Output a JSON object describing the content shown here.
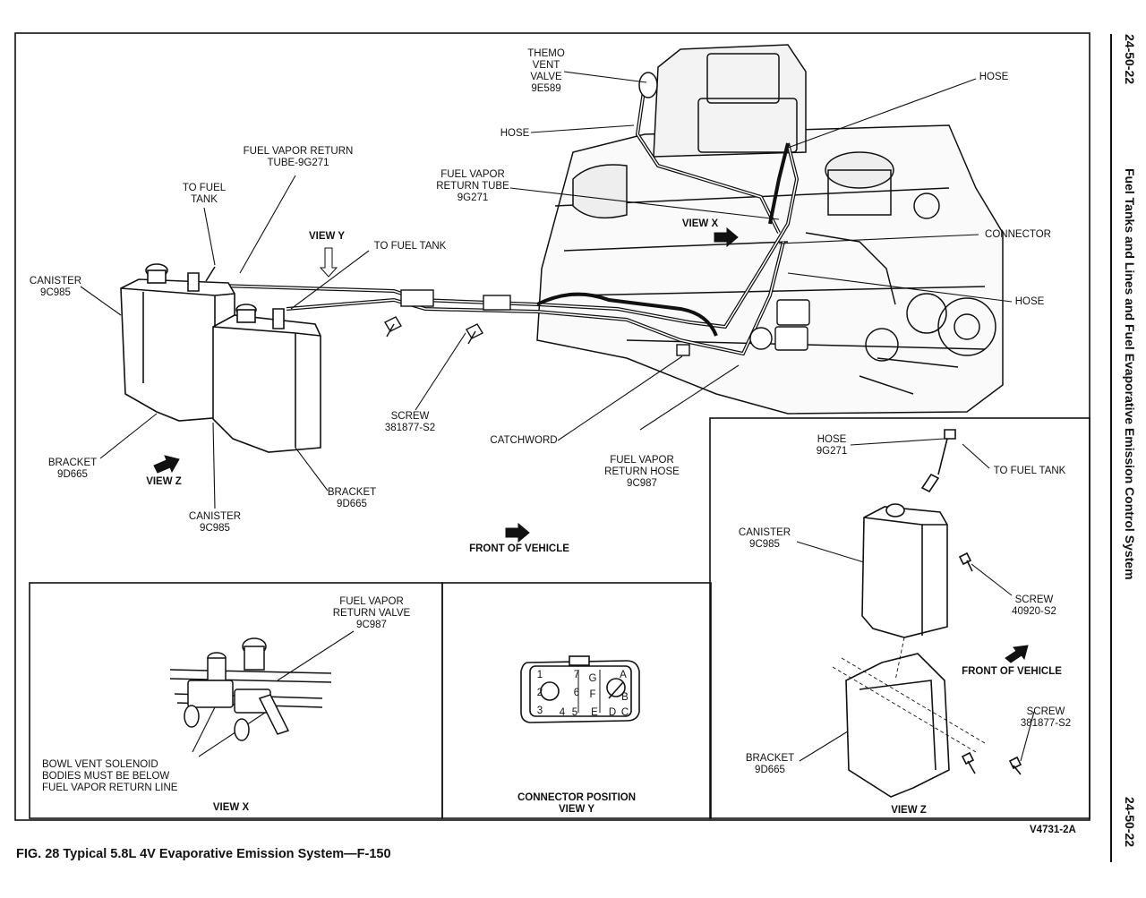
{
  "page_number_top": "24-50-22",
  "page_number_bottom": "24-50-22",
  "side_title": "Fuel Tanks and Lines and Fuel Evaporative Emission Control System",
  "figure_caption": "FIG. 28  Typical 5.8L 4V Evaporative Emission System—F-150",
  "figure_ref": "V4731-2A",
  "main_labels": {
    "themo_vent_valve": "THEMO\nVENT\nVALVE\n9E589",
    "hose_top_left": "HOSE",
    "hose_top_right": "HOSE",
    "fuel_vapor_return_tube_top": "FUEL VAPOR RETURN\nTUBE-9G271",
    "to_fuel_tank_1": "TO FUEL\nTANK",
    "view_y": "VIEW Y",
    "to_fuel_tank_2": "TO FUEL TANK",
    "fuel_vapor_return_tube_mid": "FUEL VAPOR\nRETURN TUBE\n9G271",
    "view_x": "VIEW X",
    "connector": "CONNECTOR",
    "hose_right": "HOSE",
    "canister_left": "CANISTER\n9C985",
    "screw_mid": "SCREW\n381877-S2",
    "catchword": "CATCHWORD",
    "fuel_vapor_return_hose": "FUEL VAPOR\nRETURN HOSE\n9C987",
    "bracket_left": "BRACKET\n9D665",
    "view_z": "VIEW Z",
    "bracket_mid": "BRACKET\n9D665",
    "canister_bottom": "CANISTER\n9C985",
    "front_of_vehicle": "FRONT OF VEHICLE"
  },
  "view_z_panel": {
    "hose": "HOSE\n9G271",
    "to_fuel_tank": "TO FUEL TANK",
    "canister": "CANISTER\n9C985",
    "screw_1": "SCREW\n40920-S2",
    "front_of_vehicle": "FRONT OF VEHICLE",
    "screw_2": "SCREW\n381877-S2",
    "bracket": "BRACKET\n9D665",
    "title": "VIEW Z"
  },
  "view_x_panel": {
    "valve": "FUEL VAPOR\nRETURN VALVE\n9C987",
    "note": "BOWL VENT SOLENOID\nBODIES MUST BE BELOW\nFUEL VAPOR RETURN LINE",
    "title": "VIEW X"
  },
  "view_y_panel": {
    "pins_left": [
      "1",
      "2",
      "3",
      "4",
      "5",
      "6",
      "7"
    ],
    "pins_right": [
      "A",
      "B",
      "C",
      "D",
      "E",
      "F",
      "G"
    ],
    "title": "CONNECTOR POSITION\nVIEW Y"
  }
}
